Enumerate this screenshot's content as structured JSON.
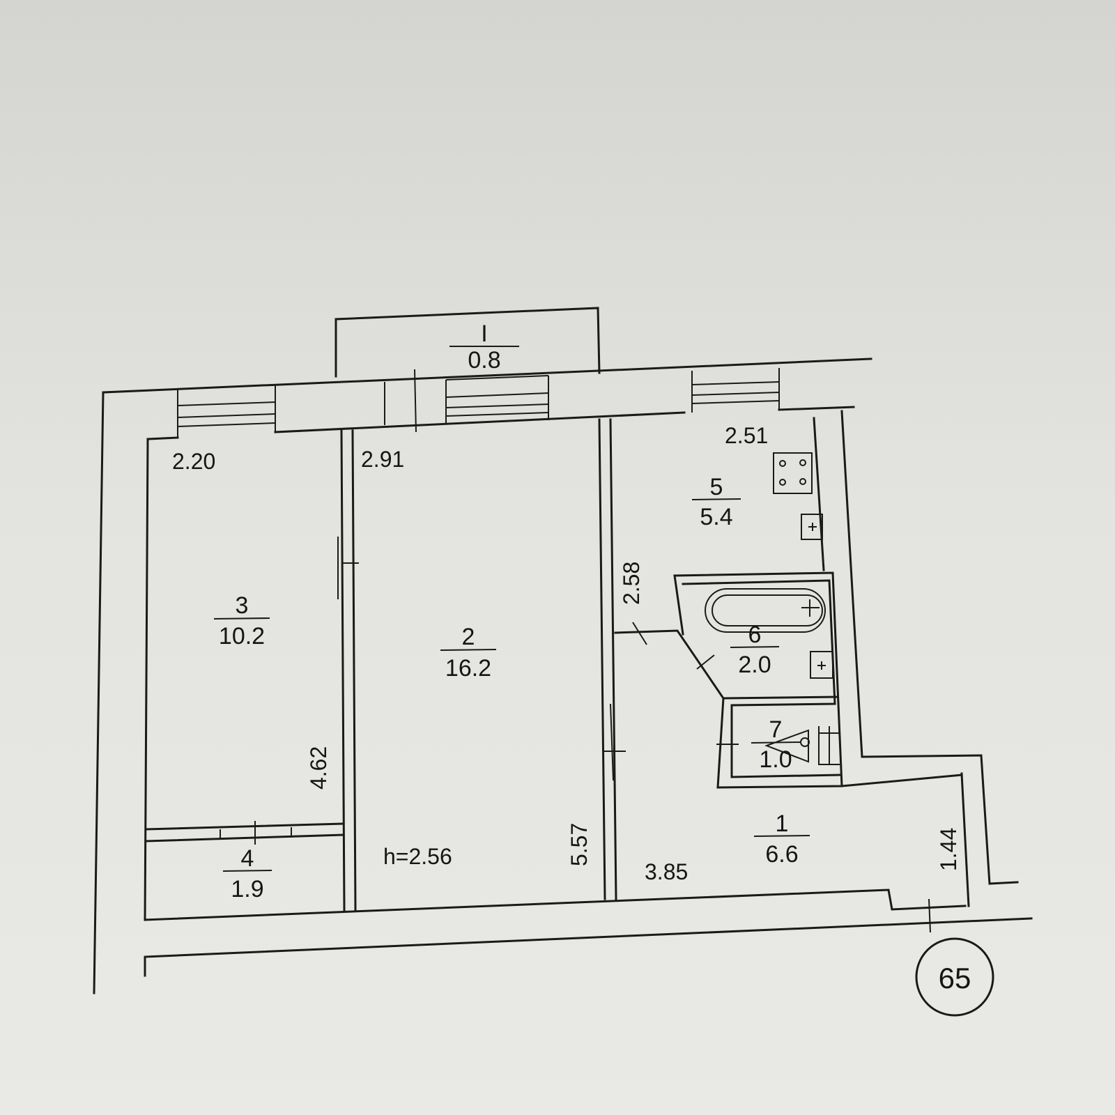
{
  "rooms": [
    {
      "id": "room-balcony",
      "number": "I",
      "area": "0.8"
    },
    {
      "id": "room-1",
      "number": "1",
      "area": "6.6"
    },
    {
      "id": "room-2",
      "number": "2",
      "area": "16.2"
    },
    {
      "id": "room-3",
      "number": "3",
      "area": "10.2"
    },
    {
      "id": "room-4",
      "number": "4",
      "area": "1.9"
    },
    {
      "id": "room-5",
      "number": "5",
      "area": "5.4"
    },
    {
      "id": "room-6",
      "number": "6",
      "area": "2.0"
    },
    {
      "id": "room-7",
      "number": "7",
      "area": "1.0"
    }
  ],
  "dimensions": {
    "room3_width": "2.20",
    "room2_width": "2.91",
    "room5_width": "2.51",
    "room5_depth": "2.58",
    "room3_depth": "4.62",
    "room2_depth": "5.57",
    "room1_width": "3.85",
    "room1_depth": "1.44",
    "ceiling_height": "h=2.56"
  },
  "apartment_number": "65"
}
